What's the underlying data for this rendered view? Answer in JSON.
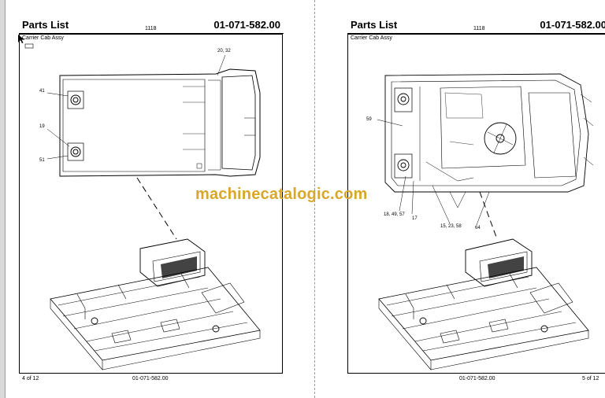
{
  "left_page": {
    "title": "Parts List",
    "ref_code": "1118",
    "doc_number": "01-071-582.00",
    "subtitle": "Carrier Cab Assy",
    "callouts": [
      "20, 32",
      "41",
      "19",
      "51"
    ],
    "footer_page": "4 of 12",
    "footer_doc": "01-071-582.00"
  },
  "right_page": {
    "title": "Parts List",
    "ref_code": "1118",
    "doc_number": "01-071-582.00",
    "subtitle": "Carrier Cab Assy",
    "callouts": [
      "59",
      "18, 49, 57",
      "17",
      "15, 23, 58",
      "64"
    ],
    "footer_page": "5 of 12",
    "footer_doc": "01-071-582.00"
  },
  "watermark": "machinecatalogic.com",
  "icons": [
    "mouse-pointer-icon"
  ]
}
